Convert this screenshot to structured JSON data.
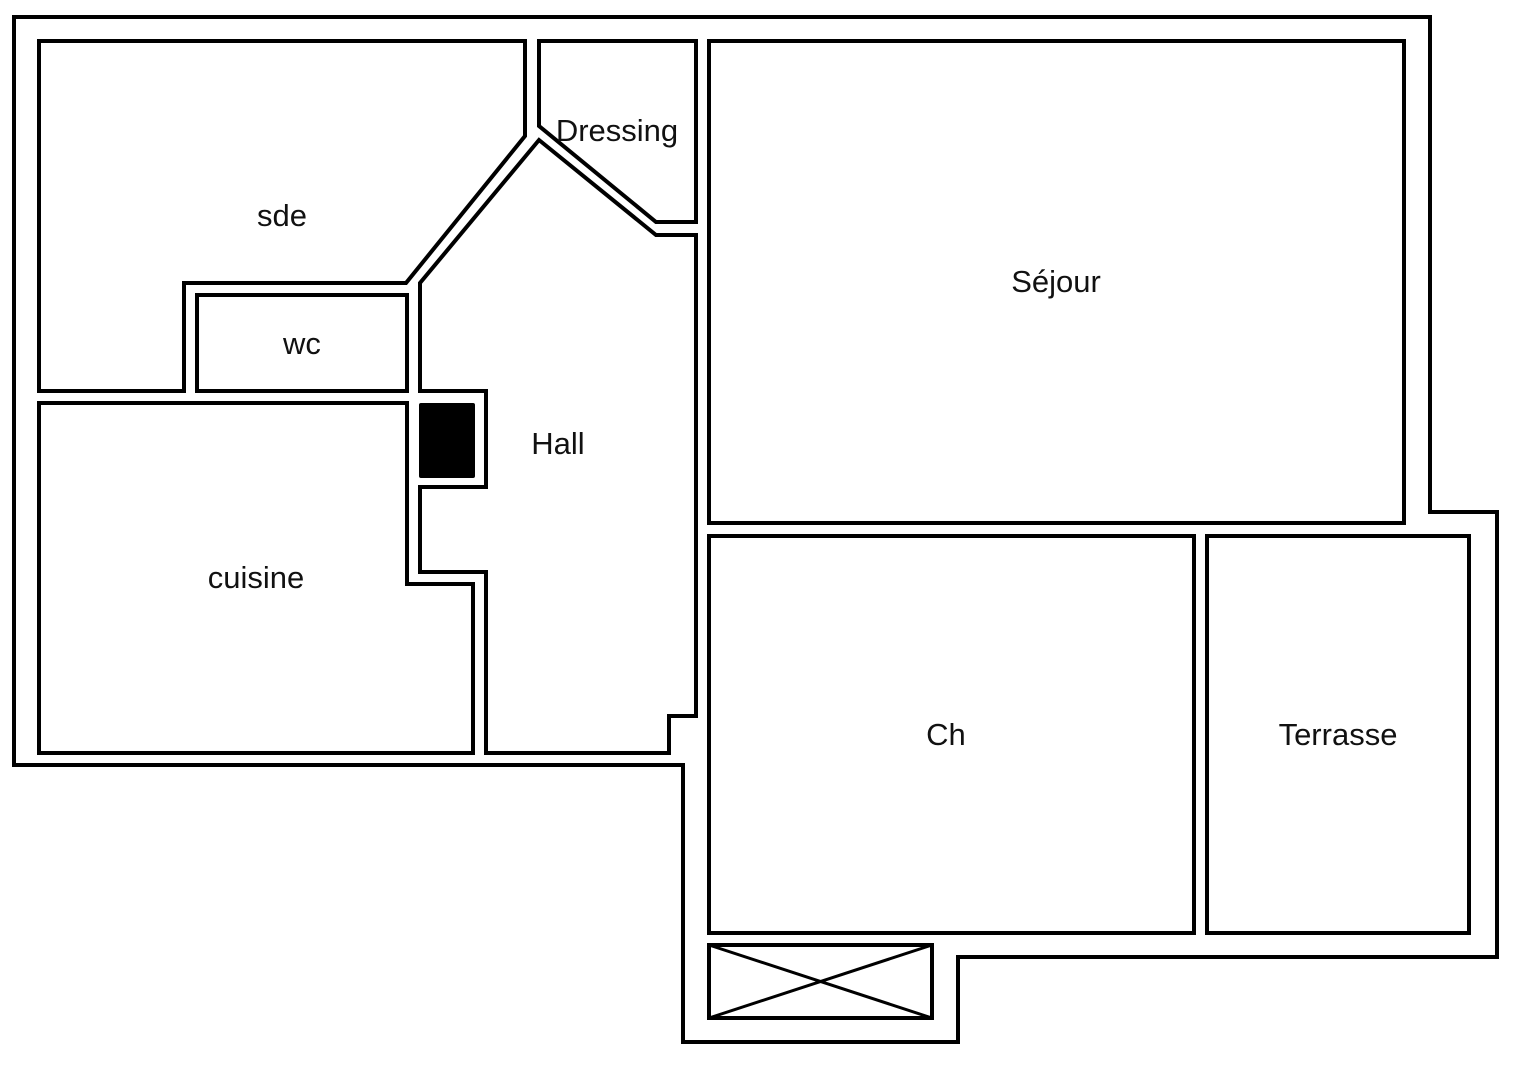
{
  "plan": {
    "type": "floor-plan",
    "background": "#ffffff",
    "line_color": "#000000",
    "rooms": [
      {
        "id": "sde",
        "label": "sde"
      },
      {
        "id": "dressing",
        "label": "Dressing"
      },
      {
        "id": "wc",
        "label": "wc"
      },
      {
        "id": "hall",
        "label": "Hall"
      },
      {
        "id": "cuisine",
        "label": "cuisine"
      },
      {
        "id": "sejour",
        "label": "Séjour"
      },
      {
        "id": "ch",
        "label": "Ch"
      },
      {
        "id": "terrasse",
        "label": "Terrasse"
      }
    ],
    "symbols": [
      {
        "id": "column",
        "description": "solid-black-pillar"
      },
      {
        "id": "shaft",
        "description": "crossed-box-void"
      }
    ]
  }
}
